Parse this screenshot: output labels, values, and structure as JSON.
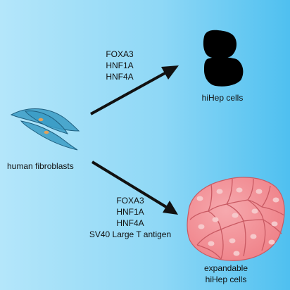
{
  "source": {
    "label": "human fibroblasts"
  },
  "top_pathway": {
    "factors": [
      "FOXA3",
      "HNF1A",
      "HNF4A"
    ],
    "result_label": "hiHep cells"
  },
  "bottom_pathway": {
    "factors": [
      "FOXA3",
      "HNF1A",
      "HNF4A",
      "SV40 Large T antigen"
    ],
    "result_label_lines": [
      "expandable",
      "hiHep cells"
    ]
  },
  "colors": {
    "fibroblast": "#3b9cc6",
    "fibroblast_outline": "#1e5f80",
    "fibroblast_nucleus": "#e3a15a",
    "hepatocyte": "#ef7f86",
    "hepatocyte_outline": "#c95a63",
    "hepatocyte_nucleus": "#f6c9cb",
    "arrow": "#111111"
  }
}
